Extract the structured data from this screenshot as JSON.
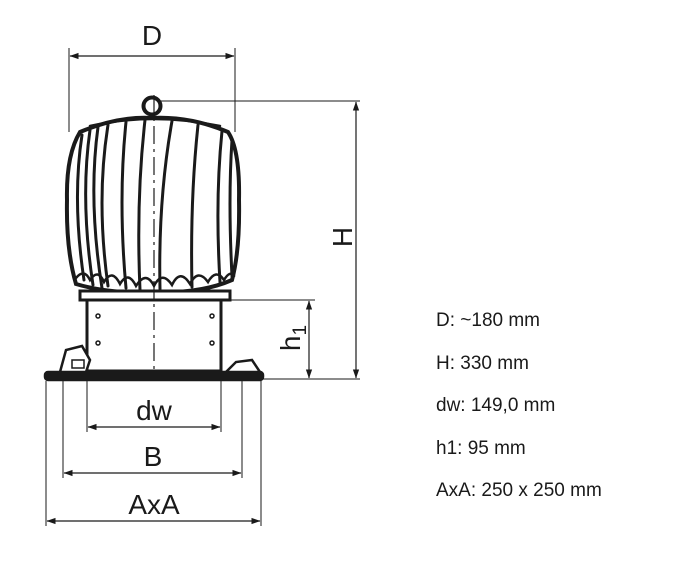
{
  "dimension_labels": {
    "d": "D",
    "h": "H",
    "h1": "h",
    "h1_sub": "1",
    "dw": "dw",
    "b": "B",
    "axa": "AxA"
  },
  "specs": [
    {
      "text": "D: ~180 mm"
    },
    {
      "text": "H: 330 mm"
    },
    {
      "text": "dw: 149,0 mm"
    },
    {
      "text": "h1: 95 mm"
    },
    {
      "text": "AxA: 250 x 250 mm"
    }
  ],
  "colors": {
    "line": "#1a1a1a",
    "background": "#ffffff"
  }
}
